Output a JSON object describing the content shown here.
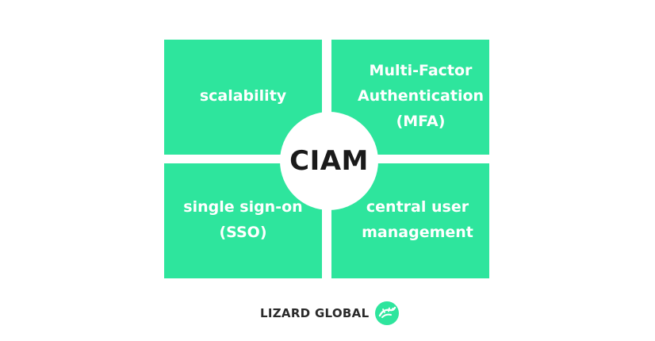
{
  "diagram": {
    "center": "CIAM",
    "quadrants": {
      "top_left": [
        "scalability"
      ],
      "top_right": [
        "Multi-Factor",
        "Authentication",
        "(MFA)"
      ],
      "bottom_left": [
        "single sign-on",
        "(SSO)"
      ],
      "bottom_right": [
        "central user",
        "management"
      ]
    }
  },
  "footer": {
    "brand": "LIZARD GLOBAL",
    "logo_icon": "lizard-logo-icon"
  },
  "colors": {
    "accent": "#2ee59d",
    "text_dark": "#1a1a1a",
    "background": "#ffffff"
  }
}
